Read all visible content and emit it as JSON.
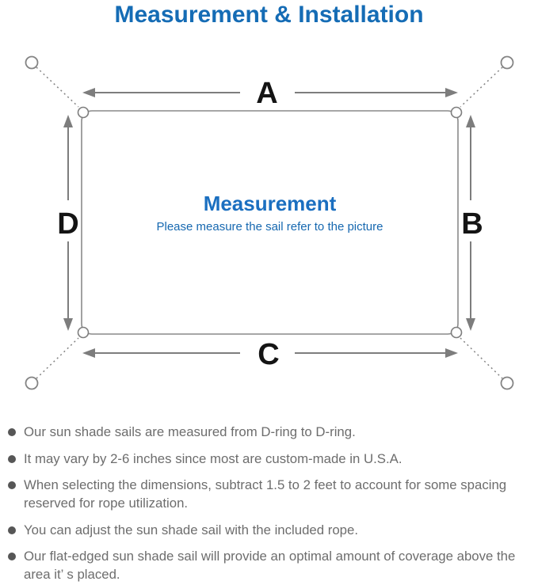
{
  "title": "Measurement & Installation",
  "diagram": {
    "labels": {
      "top": "A",
      "right": "B",
      "bottom": "C",
      "left": "D"
    },
    "center_heading": "Measurement",
    "center_subtitle": "Please measure the sail refer to the picture"
  },
  "notes": [
    "Our sun shade sails are measured from D-ring to D-ring.",
    "It may vary by 2-6 inches since most are custom-made in U.S.A.",
    "When selecting the dimensions, subtract 1.5 to 2 feet to account for some spacing reserved for rope utilization.",
    "You can adjust the sun shade sail with the included rope.",
    "Our flat-edged sun shade sail will provide an optimal amount of coverage above the area it’ s placed."
  ],
  "colors": {
    "title_blue": "#156cb5",
    "center_heading_blue": "#1b6fc0",
    "center_subtitle_blue": "#1668b0",
    "line_gray": "#848484",
    "note_text_gray": "#6d6d6d",
    "label_black": "#141414"
  }
}
